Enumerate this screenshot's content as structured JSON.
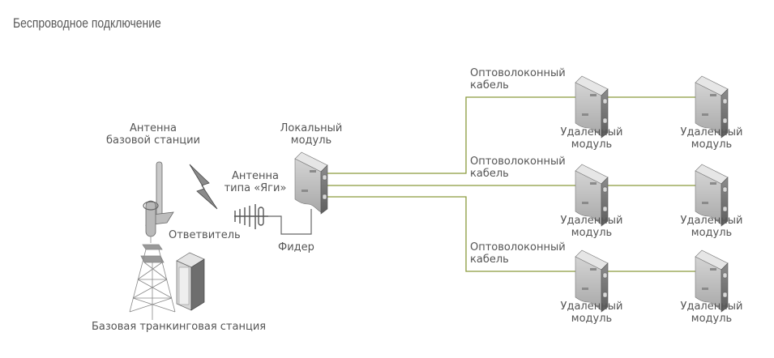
{
  "title": "Беспроводное подключение",
  "colors": {
    "fiber_line": "#8a9a3c",
    "feeder_line": "#666666",
    "device_gray": "#b5b5b5",
    "text": "#555555"
  },
  "labels": {
    "base_antenna": [
      "Антенна",
      "базовой станции"
    ],
    "yagi_antenna": [
      "Антенна",
      "типа «Яги»"
    ],
    "coupler": "Ответвитель",
    "feeder": "Фидер",
    "local_module": [
      "Локальный",
      "модуль"
    ],
    "base_station": "Базовая транкинговая станция"
  },
  "branches": [
    {
      "cable": [
        "Оптоволоконный",
        "кабель"
      ],
      "modules": [
        {
          "label": [
            "Удаленный",
            "модуль"
          ]
        },
        {
          "label": [
            "Удаленный",
            "модуль"
          ]
        }
      ]
    },
    {
      "cable": [
        "Оптоволоконный",
        "кабель"
      ],
      "modules": [
        {
          "label": [
            "Удаленный",
            "модуль"
          ]
        },
        {
          "label": [
            "Удаленный",
            "модуль"
          ]
        }
      ]
    },
    {
      "cable": [
        "Оптоволоконный",
        "кабель"
      ],
      "modules": [
        {
          "label": [
            "Удаленный",
            "модуль"
          ]
        },
        {
          "label": [
            "Удаленный",
            "модуль"
          ]
        }
      ]
    }
  ]
}
